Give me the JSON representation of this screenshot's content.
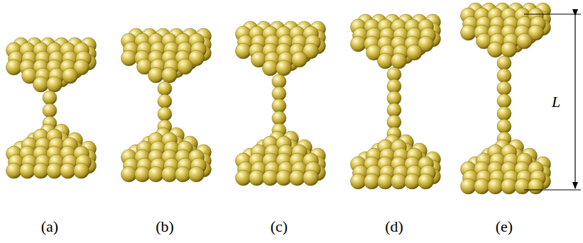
{
  "diagram": {
    "labels": [
      "(a)",
      "(b)",
      "(c)",
      "(d)",
      "(e)",
      "L"
    ]
  }
}
